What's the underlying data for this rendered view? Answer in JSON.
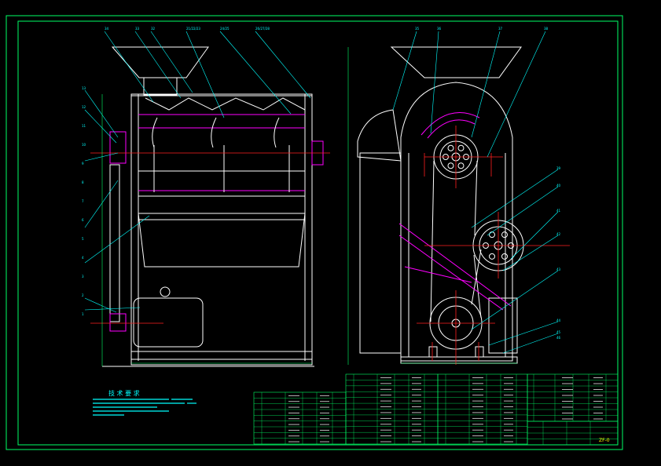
{
  "viewer": {
    "background": "#000000",
    "frame_color": "#00ff66",
    "line_color": "#ffffff",
    "center_color": "#ff2020",
    "leader_color": "#00ffff",
    "part_color": "#ff00ff",
    "table_color": "#00ff66"
  },
  "drawing": {
    "tech_title": "技 术 要 求",
    "drawing_number": "ZF-0"
  },
  "left_view": {
    "callouts_top": [
      "34",
      "33",
      "32",
      "21/22/23",
      "24/25",
      "26/27/28"
    ],
    "callouts_left": [
      "13",
      "12",
      "11",
      "10",
      "9",
      "8",
      "7",
      "6",
      "5",
      "4",
      "3",
      "2",
      "1"
    ]
  },
  "right_view": {
    "callouts_top": [
      "35",
      "36",
      "37",
      "38"
    ],
    "callouts_right": [
      "39",
      "40",
      "41",
      "42",
      "43",
      "44",
      "45",
      "46"
    ]
  }
}
